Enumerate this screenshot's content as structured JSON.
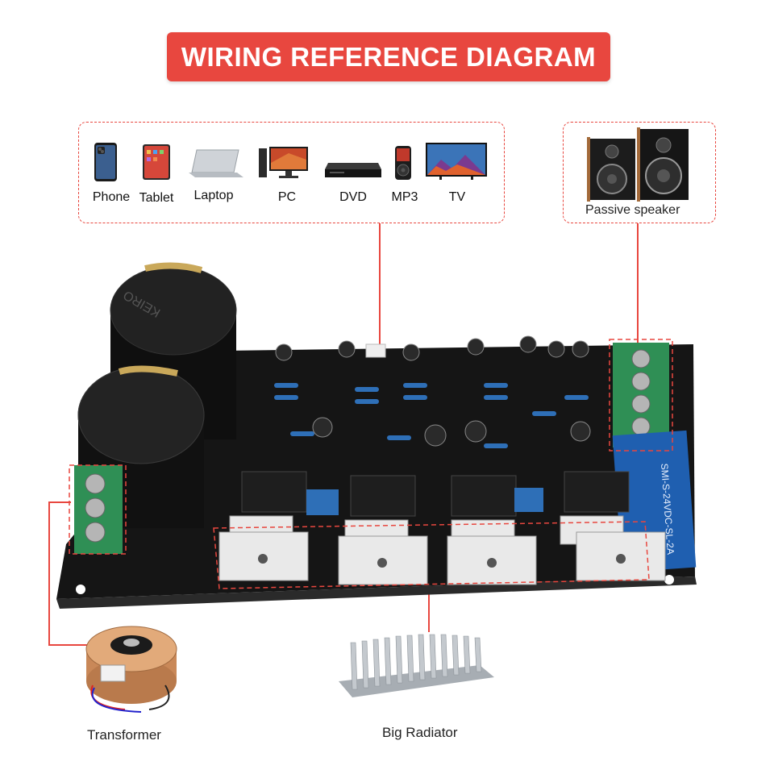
{
  "title": "WIRING REFERENCE DIAGRAM",
  "sources": [
    {
      "label": "Phone",
      "icon": "phone-icon"
    },
    {
      "label": "Tablet",
      "icon": "tablet-icon"
    },
    {
      "label": "Laptop",
      "icon": "laptop-icon"
    },
    {
      "label": "PC",
      "icon": "pc-icon"
    },
    {
      "label": "DVD",
      "icon": "dvd-player-icon"
    },
    {
      "label": "MP3",
      "icon": "mp3-player-icon"
    },
    {
      "label": "TV",
      "icon": "tv-icon"
    }
  ],
  "speaker": {
    "label": "Passive speaker",
    "icon": "speaker-icon"
  },
  "transformer": {
    "label": "Transformer",
    "icon": "transformer-icon"
  },
  "radiator": {
    "label": "Big Radiator",
    "icon": "radiator-icon"
  },
  "board_markings": {
    "capacitor_brand": "KEIRO",
    "relay_text": "SMI-S-24VDC-SL-2A"
  },
  "colors": {
    "accent": "#e8473f",
    "board": "#141414",
    "terminal": "#2f8f55",
    "relay": "#1f5fb0"
  }
}
